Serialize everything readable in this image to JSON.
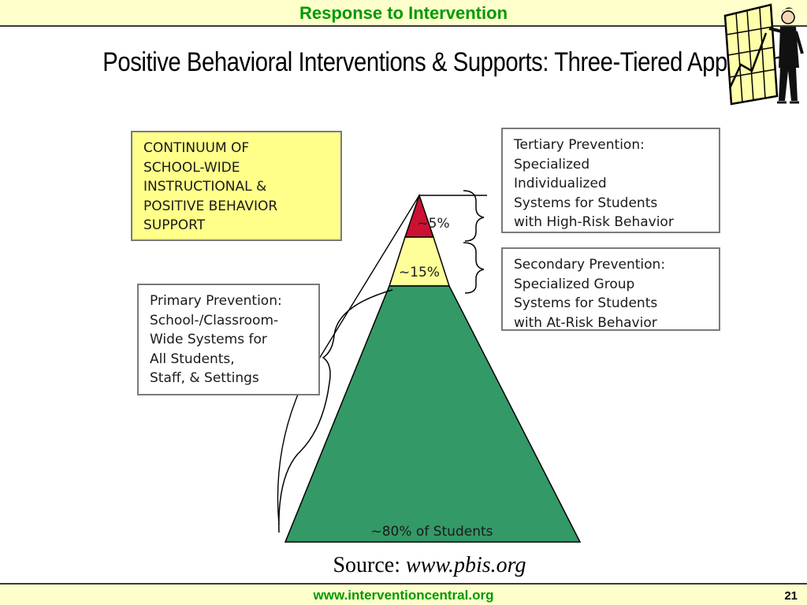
{
  "header": {
    "title": "Response to Intervention"
  },
  "slide": {
    "title": "Positive Behavioral Interventions & Supports: Three-Tiered Approach"
  },
  "diagram": {
    "continuum_box": "CONTINUUM OF\nSCHOOL-WIDE\nINSTRUCTIONAL &\nPOSITIVE BEHAVIOR\nSUPPORT",
    "primary_box": "Primary Prevention:\nSchool-/Classroom-\nWide Systems for\nAll Students,\nStaff, & Settings",
    "tertiary_box": "Tertiary Prevention:\nSpecialized\nIndividualized\nSystems for Students\nwith High-Risk Behavior",
    "secondary_box": "Secondary Prevention:\nSpecialized Group\nSystems for Students\nwith At-Risk Behavior",
    "tiers": {
      "top": "~5%",
      "middle": "~15%",
      "bottom": "~80% of Students"
    },
    "colors": {
      "top_tier": "#cc1133",
      "middle_tier": "#ffff99",
      "bottom_tier": "#339966",
      "box_yellow": "#ffff8a"
    }
  },
  "source": {
    "prefix": "Source:",
    "url": "www.pbis.org"
  },
  "footer": {
    "url": "www.interventioncentral.org",
    "page_number": "21"
  }
}
